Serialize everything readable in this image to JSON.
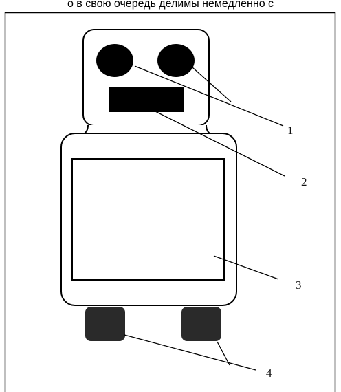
{
  "header": {
    "cropped_text": "о в свою очередь делимы немедленно с"
  },
  "figure": {
    "callouts": [
      {
        "id": "1",
        "label": "1"
      },
      {
        "id": "2",
        "label": "2"
      },
      {
        "id": "3",
        "label": "3"
      },
      {
        "id": "4",
        "label": "4"
      }
    ]
  },
  "colors": {
    "stroke": "#000000",
    "fill_dark": "#000000",
    "wheel": "#2a2a2a",
    "background": "#ffffff"
  }
}
